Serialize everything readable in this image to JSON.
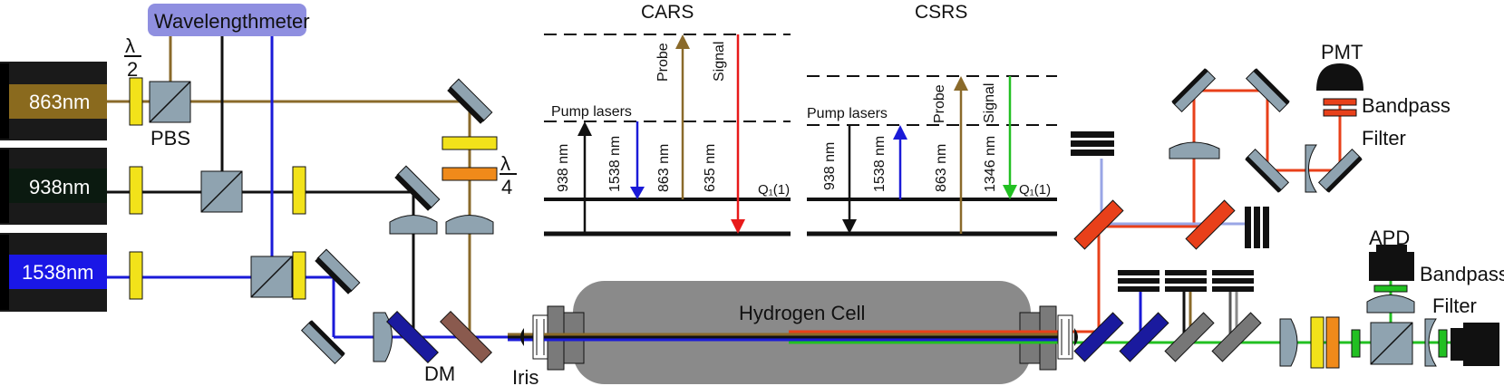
{
  "lasers": [
    {
      "label": "863nm",
      "color": "#8a6a1e"
    },
    {
      "label": "938nm",
      "color": "#0b1a10"
    },
    {
      "label": "1538nm",
      "color": "#1a17e6"
    }
  ],
  "labels": {
    "wavelengthmeter": "Wavelengthmeter",
    "half_num": "λ",
    "half_den": "2",
    "quarter_num": "λ",
    "quarter_den": "4",
    "pbs": "PBS",
    "dm": "DM",
    "iris": "Iris",
    "hydrogen_cell": "Hydrogen Cell",
    "pmt": "PMT",
    "bandpass1": "Bandpass",
    "filter1": "Filter",
    "apd": "APD",
    "bandpass2": "Bandpass",
    "filter2": "Filter"
  },
  "energy_diagrams": {
    "cars": {
      "title": "CARS",
      "pump": "Pump lasers",
      "probe": "Probe",
      "signal": "Signal",
      "wl_938": "938 nm",
      "wl_1538": "1538 nm",
      "wl_863": "863 nm",
      "wl_635": "635 nm",
      "level": "Q₁(1)"
    },
    "csrs": {
      "title": "CSRS",
      "pump": "Pump lasers",
      "probe": "Probe",
      "signal": "Signal",
      "wl_938": "938 nm",
      "wl_1538": "1538 nm",
      "wl_863": "863 nm",
      "wl_1346": "1346 nm",
      "level": "Q₁(1)"
    }
  },
  "colors": {
    "brown_beam": "#8a6a2a",
    "black_beam": "#111111",
    "blue_beam": "#1a1ad8",
    "red_beam": "#e8401a",
    "green_beam": "#22c022",
    "light_blue_beam": "#9aa6e6",
    "optic_grey": "#8fa3b0",
    "waveplate_yellow": "#f2e21a",
    "waveplate_orange": "#f08a1a",
    "cell_grey": "#8a8a8a",
    "wavelengthmeter_bg": "#8f8fe0"
  }
}
